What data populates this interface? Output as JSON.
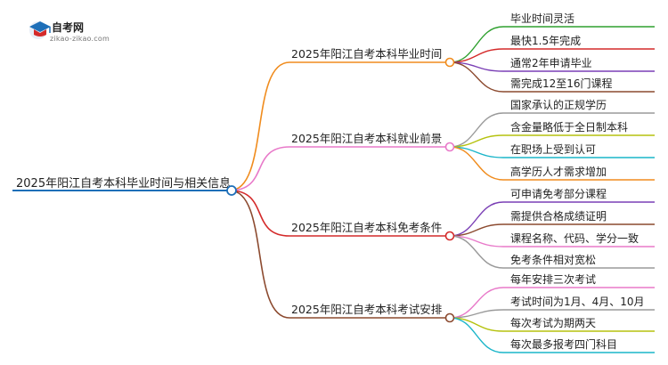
{
  "logo": {
    "title": "自考网",
    "subtitle": "zikao-zikao.com"
  },
  "root": {
    "label": "2025年阳江自考本科毕业时间与相关信息",
    "color": "#1e6fb8"
  },
  "branches": [
    {
      "label": "2025年阳江自考本科毕业时间",
      "color": "#f08c1e",
      "leaves": [
        {
          "label": "毕业时间灵活",
          "color": "#2ea02e"
        },
        {
          "label": "最快1.5年完成",
          "color": "#d42a2a"
        },
        {
          "label": "通常2年申请毕业",
          "color": "#7a3fb5"
        },
        {
          "label": "需完成12至16门课程",
          "color": "#8c4a2f"
        }
      ]
    },
    {
      "label": "2025年阳江自考本科就业前景",
      "color": "#e879c9",
      "leaves": [
        {
          "label": "国家承认的正规学历",
          "color": "#9a9a9a"
        },
        {
          "label": "含金量略低于全日制本科",
          "color": "#b5c20e"
        },
        {
          "label": "在职场上受到认可",
          "color": "#1ab5c9"
        },
        {
          "label": "高学历人才需求增加",
          "color": "#f08c1e"
        }
      ]
    },
    {
      "label": "2025年阳江自考本科免考条件",
      "color": "#d42a2a",
      "leaves": [
        {
          "label": "可申请免考部分课程",
          "color": "#7a3fb5"
        },
        {
          "label": "需提供合格成绩证明",
          "color": "#8c4a2f"
        },
        {
          "label": "课程名称、代码、学分一致",
          "color": "#e879c9"
        },
        {
          "label": "免考条件相对宽松",
          "color": "#9a9a9a"
        }
      ]
    },
    {
      "label": "2025年阳江自考本科考试安排",
      "color": "#8c4a2f",
      "leaves": [
        {
          "label": "每年安排三次考试",
          "color": "#e879c9"
        },
        {
          "label": "考试时间为1月、4月、10月",
          "color": "#9a9a9a"
        },
        {
          "label": "每次考试为期两天",
          "color": "#b5c20e"
        },
        {
          "label": "每次最多报考四门科目",
          "color": "#1ab5c9"
        }
      ]
    }
  ]
}
